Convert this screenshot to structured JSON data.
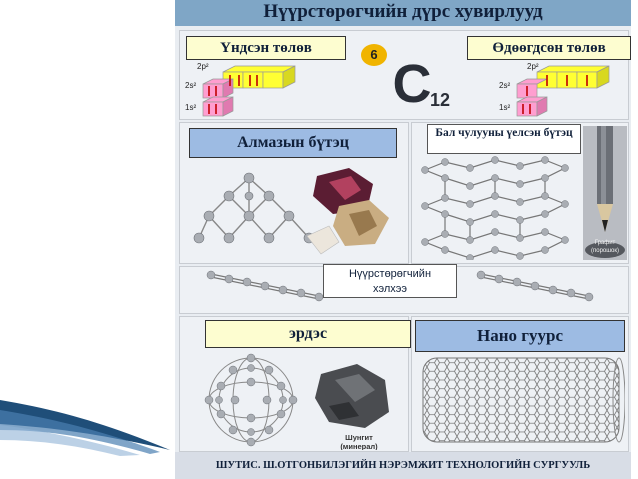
{
  "poster": {
    "title": "Нүүрстөрөгчийн дүрс хувирлууд",
    "ground_state_label": "Үндсэн төлөв",
    "excited_state_label": "Өдөөгдсөн төлөв",
    "element": {
      "atomic_number": "6",
      "symbol": "C",
      "mass_number": "12"
    },
    "orbitals": {
      "p": "2p²",
      "s2": "2s²",
      "s1": "1s²"
    },
    "diamond_label": "Алмазын бүтэц",
    "graphite_label": "Бал чулууны үелсэн бүтэц",
    "graphite_caption_line1": "Графит",
    "graphite_caption_line2": "(порошок)",
    "chain_label": "Нүүрстөрөгчийн хэлхээ",
    "mineral_label": "эрдэс",
    "nanotube_label": "Нано гуурс",
    "shungite_line1": "Шунгит",
    "shungite_line2": "(минерал)",
    "footer": "ШУТИС. Ш.ОТГОНБИЛЭГИЙН НЭРЭМЖИТ ТЕХНОЛОГИЙН СУРГУУЛЬ"
  },
  "colors": {
    "top_bar": "#7fa6c6",
    "yellow_label": "#fdfdd0",
    "blue_label": "#9dbbe3",
    "atom_badge": "#f0b400",
    "swoosh": "#1f4e79"
  }
}
